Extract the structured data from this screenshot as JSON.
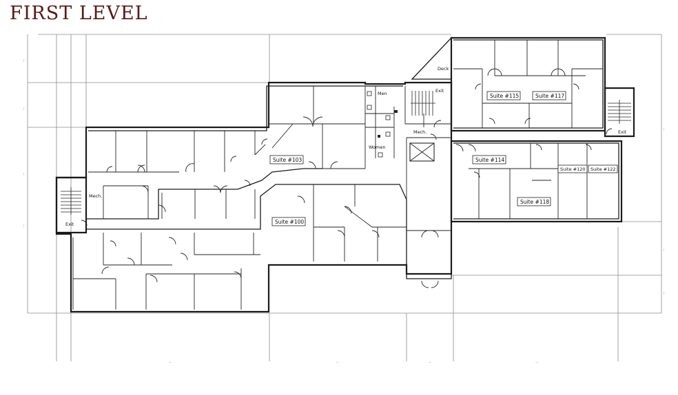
{
  "title": "FIRST LEVEL",
  "colors": {
    "title": "#5a1818",
    "walls": "#1a1a1a",
    "grid": "#8a8a8a"
  },
  "rooms": {
    "suite_103": "Suite #103",
    "suite_100": "Suite #100",
    "suite_115": "Suite #115",
    "suite_117": "Suite #117",
    "suite_114": "Suite #114",
    "suite_118": "Suite #118",
    "suite_120": "Suite #120",
    "suite_122": "Suite #122"
  },
  "spaces": {
    "men": "Men",
    "women": "Women",
    "mech_left": "Mech.",
    "mech_center": "Mech.",
    "exit_left": "Exit",
    "exit_center": "Exit",
    "exit_right": "Exit",
    "deck": "Deck"
  }
}
